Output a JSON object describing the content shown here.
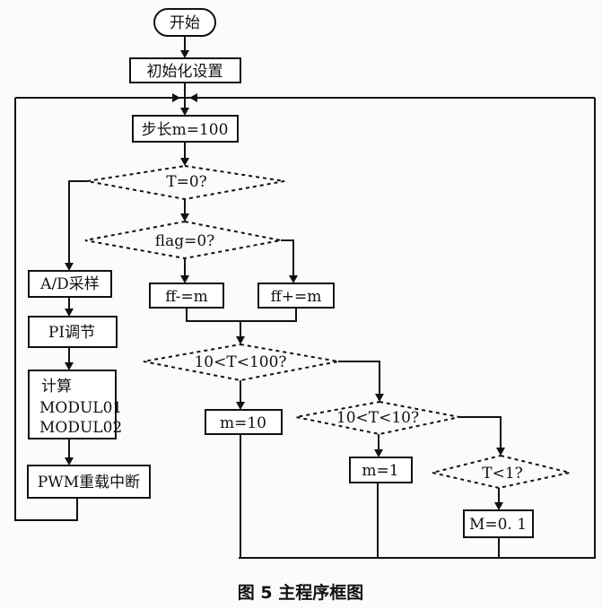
{
  "flowchart": {
    "start": "开始",
    "init": "初始化设置",
    "step": "步长m=100",
    "decision_t0": "T=0?",
    "decision_flag": "flag=0?",
    "ff_minus": "ff-=m",
    "ff_plus": "ff+=m",
    "decision_range1": "10<T<100?",
    "m10": "m=10",
    "decision_range2": "10<T<10?",
    "m1": "m=1",
    "decision_lt1": "T<1?",
    "m01": "M=0. 1",
    "ad_sample": "A/D采样",
    "pi": "PI调节",
    "calc_title": "计算",
    "calc_line1": "MODUL01",
    "calc_line2": "MODUL02",
    "pwm": "PWM重载中断"
  },
  "caption": "图 5  主程序框图"
}
